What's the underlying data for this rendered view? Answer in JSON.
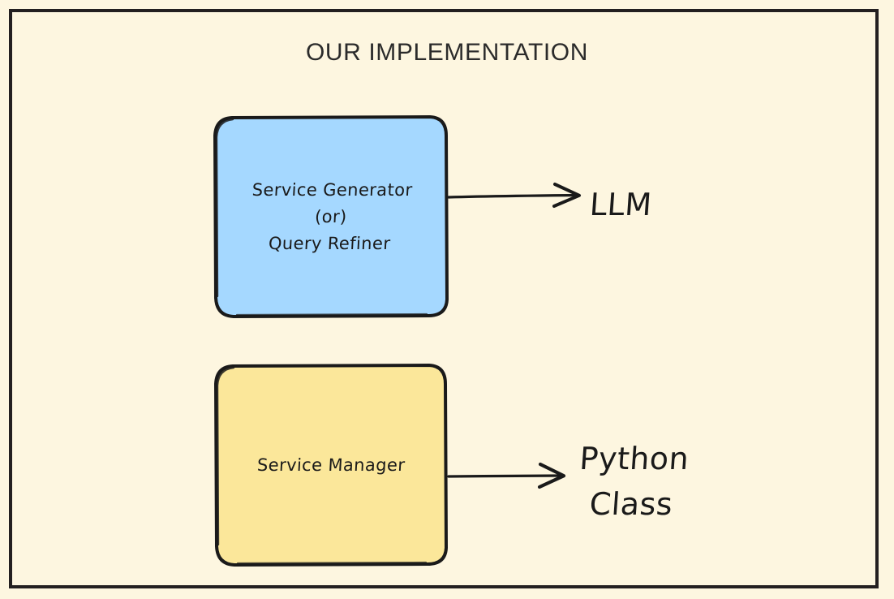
{
  "diagram": {
    "title": "OUR IMPLEMENTATION",
    "background_color": "#fdf6e0",
    "frame_color": "#231f20",
    "nodes": [
      {
        "id": "service-generator",
        "label": "Service Generator\n(or)\nQuery Refiner",
        "fill": "#a5d8ff",
        "stroke": "#1a1a1a",
        "shape": "rounded-rectangle"
      },
      {
        "id": "service-manager",
        "label": "Service Manager",
        "fill": "#fbe79a",
        "stroke": "#1a1a1a",
        "shape": "rounded-rectangle"
      }
    ],
    "edges": [
      {
        "id": "generator-to-llm",
        "from": "service-generator",
        "to": "llm",
        "label": "LLM",
        "stroke": "#1a1a1a",
        "arrowhead": "open"
      },
      {
        "id": "manager-to-python-class",
        "from": "service-manager",
        "to": "python-class",
        "label": "Python\nClass",
        "stroke": "#1a1a1a",
        "arrowhead": "open"
      }
    ]
  }
}
